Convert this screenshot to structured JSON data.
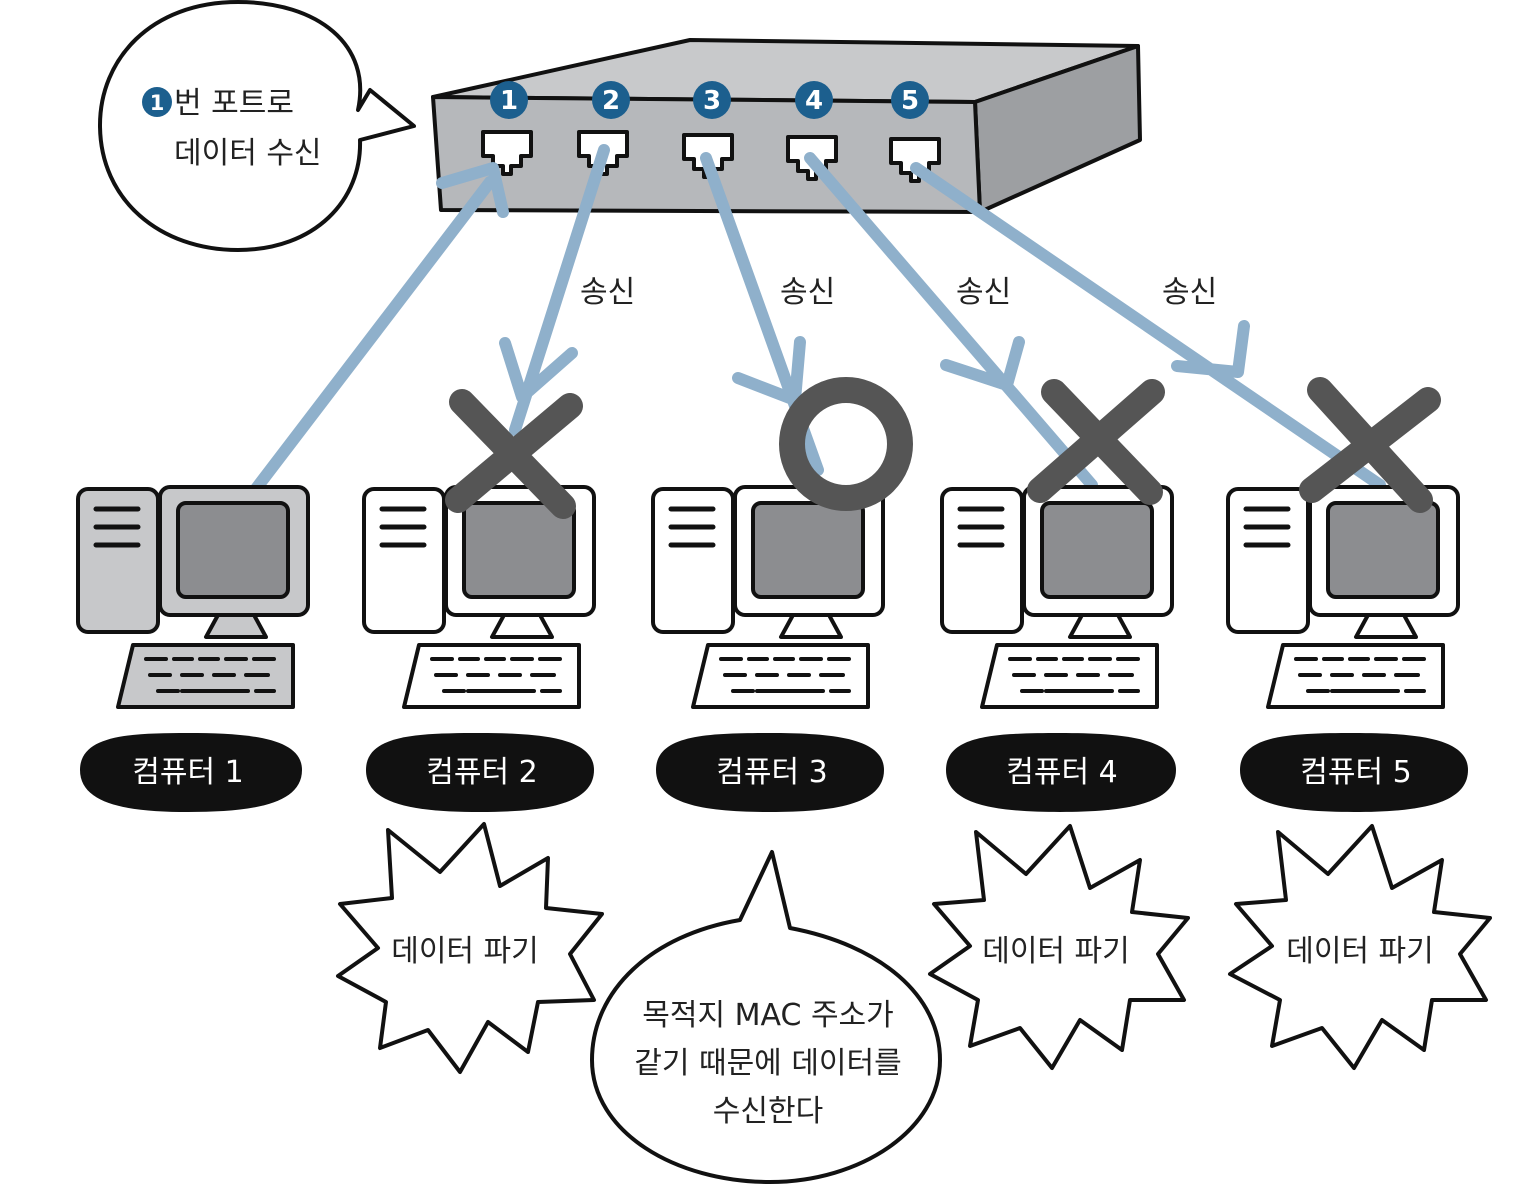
{
  "switch": {
    "ports": [
      {
        "number": "1"
      },
      {
        "number": "2"
      },
      {
        "number": "3"
      },
      {
        "number": "4"
      },
      {
        "number": "5"
      }
    ]
  },
  "receive_bubble": {
    "marker": "1",
    "line1": "번 포트로",
    "line2": "데이터 수신"
  },
  "send_label": "송신",
  "computers": [
    {
      "label": "컴퓨터 1",
      "result": "source"
    },
    {
      "label": "컴퓨터 2",
      "result": "reject"
    },
    {
      "label": "컴퓨터 3",
      "result": "accept"
    },
    {
      "label": "컴퓨터 4",
      "result": "reject"
    },
    {
      "label": "컴퓨터 5",
      "result": "reject"
    }
  ],
  "discard_label": "데이터 파기",
  "accept_bubble": {
    "line1": "목적지 MAC 주소가",
    "line2": "같기 때문에 데이터를",
    "line3": "수신한다"
  },
  "colors": {
    "switch_face": "#b6b8bb",
    "switch_top": "#c8c9cb",
    "port_number_bg": "#1c5f8e",
    "cable": "#8fb0cb",
    "mark": "#555555",
    "label_bg": "#111111",
    "source_pc": "#c7c8ca",
    "screen": "#8c8d90"
  }
}
